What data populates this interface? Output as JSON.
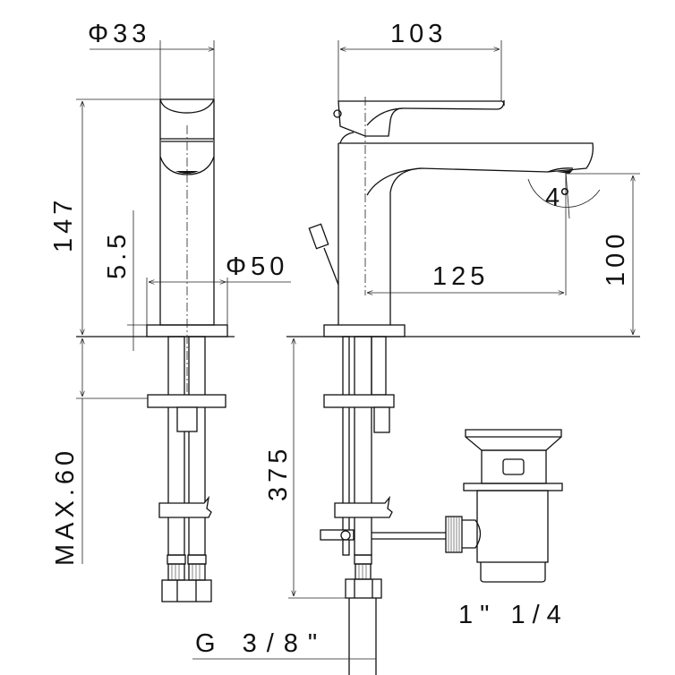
{
  "drawing": {
    "front_view": {
      "dim_top_diameter": "Φ33",
      "dim_height": "147",
      "dim_base_thickness": "5.5",
      "dim_base_diameter": "Φ50",
      "dim_max_deck": "MAX.60"
    },
    "side_view": {
      "dim_handle_length": "103",
      "dim_spout_reach": "125",
      "dim_spout_height": "100",
      "dim_spout_angle": "4°",
      "dim_hose_length": "375",
      "hose_thread": "G 3/8\"",
      "waste_size": "1\" 1/4"
    }
  }
}
